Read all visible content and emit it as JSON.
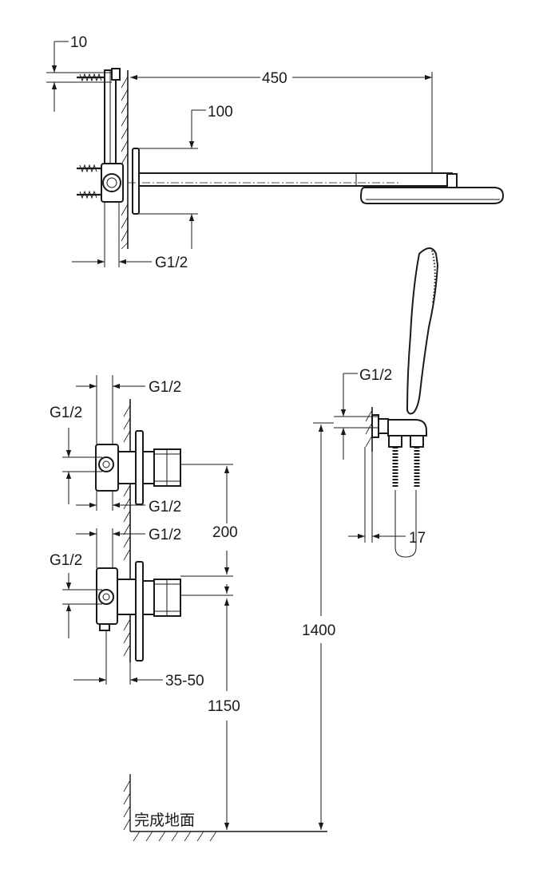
{
  "dimensions": {
    "top_10": "10",
    "top_450": "450",
    "top_100": "100",
    "top_g12": "G1/2",
    "valve1_g12_top": "G1/2",
    "valve1_g12_side": "G1/2",
    "valve1_g12_bottom": "G1/2",
    "valve2_g12_top": "G1/2",
    "valve2_g12_side": "G1/2",
    "dim_200": "200",
    "dim_35_50": "35-50",
    "dim_1150": "1150",
    "dim_1400": "1400",
    "hand_g12": "G1/2",
    "hand_17": "17"
  },
  "floor_label": "完成地面"
}
